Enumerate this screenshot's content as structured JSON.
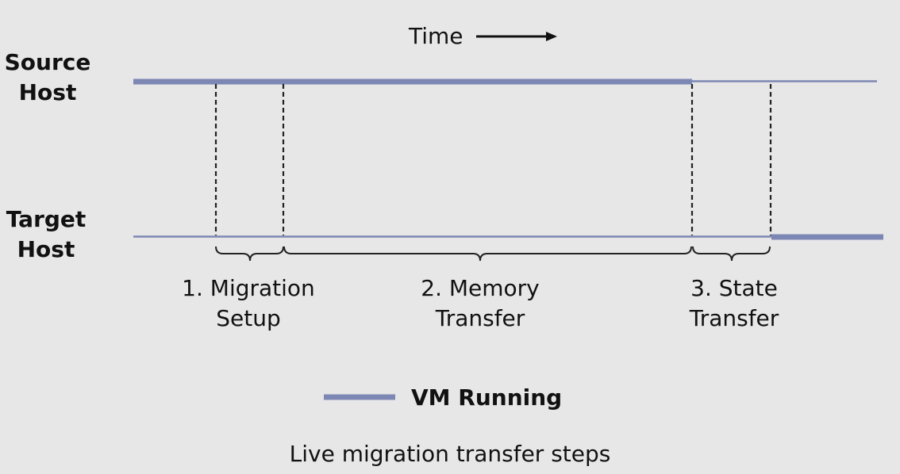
{
  "time_label": "Time",
  "hosts": {
    "source": [
      "Source",
      "Host"
    ],
    "target": [
      "Target",
      "Host"
    ]
  },
  "phases": [
    {
      "line1": "1. Migration",
      "line2": "Setup"
    },
    {
      "line1": "2. Memory",
      "line2": "Transfer"
    },
    {
      "line1": "3. State",
      "line2": "Transfer"
    }
  ],
  "legend": {
    "label": "VM Running"
  },
  "caption": "Live migration transfer steps",
  "colors": {
    "background": "#e7e7e7",
    "vm_running": "#7d87b4",
    "line": "#7d87b4",
    "text": "#111111"
  }
}
